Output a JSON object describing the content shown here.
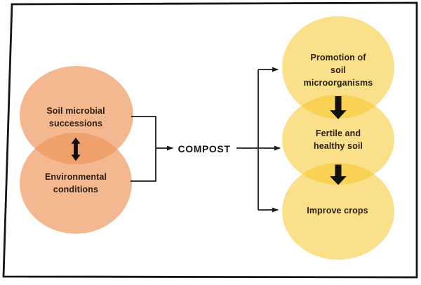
{
  "diagram": {
    "left_venn": {
      "circles": [
        {
          "label": "Soil microbial\nsuccessions"
        },
        {
          "label": "Environmental\nconditions"
        }
      ],
      "relation_icon": "double-headed-vertical-arrow"
    },
    "hub_label": "COMPOST",
    "right_venn": {
      "circles": [
        {
          "label": "Promotion of\nsoil\nmicroorganisms"
        },
        {
          "label": "Fertile and\nhealthy soil"
        },
        {
          "label": "Improve crops"
        }
      ],
      "flow_icon": "downward-arrow"
    },
    "arrows": [
      "Soil microbial successions <-> Environmental conditions",
      "Left circles -> COMPOST",
      "COMPOST -> Promotion of soil microorganisms",
      "COMPOST -> Fertile and healthy soil",
      "COMPOST -> Improve crops",
      "Promotion of soil microorganisms -> Fertile and healthy soil",
      "Fertile and healthy soil -> Improve crops"
    ],
    "colors": {
      "left_fill": "rgba(238,150,90,0.68)",
      "right_fill": "rgba(248,196,35,0.52)",
      "line": "#1c1c1c",
      "frame": "#161616",
      "label_text": "#2a1d12",
      "hub_text": "#111111",
      "arrow_fill": "#111111"
    }
  }
}
